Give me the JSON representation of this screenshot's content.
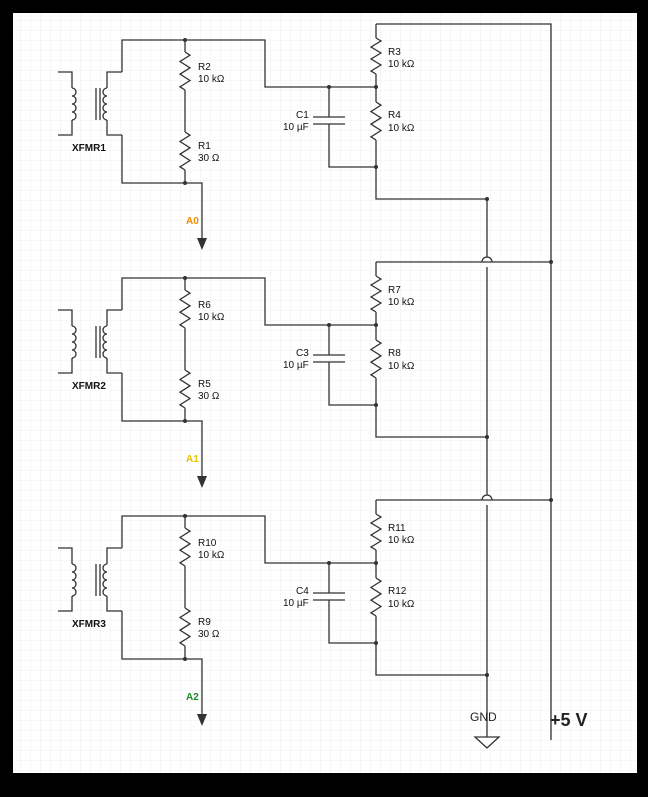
{
  "colors": {
    "wire": "#333333",
    "label": "#111111",
    "a0": "#f08c00",
    "a1": "#e8c400",
    "a2": "#1f8a2a",
    "grid": "#dddddd",
    "background": "#ffffff"
  },
  "stages": [
    {
      "transformer": "XFMR1",
      "r_top": {
        "name": "R2",
        "value": "10 kΩ"
      },
      "r_bottom": {
        "name": "R1",
        "value": "30 Ω"
      },
      "cap": {
        "name": "C1",
        "value": "10 µF"
      },
      "r_divider_top": {
        "name": "R3",
        "value": "10 kΩ"
      },
      "r_divider_bottom": {
        "name": "R4",
        "value": "10 kΩ"
      },
      "output": "A0",
      "output_color": "a0"
    },
    {
      "transformer": "XFMR2",
      "r_top": {
        "name": "R6",
        "value": "10 kΩ"
      },
      "r_bottom": {
        "name": "R5",
        "value": "30 Ω"
      },
      "cap": {
        "name": "C3",
        "value": "10 µF"
      },
      "r_divider_top": {
        "name": "R7",
        "value": "10 kΩ"
      },
      "r_divider_bottom": {
        "name": "R8",
        "value": "10 kΩ"
      },
      "output": "A1",
      "output_color": "a1"
    },
    {
      "transformer": "XFMR3",
      "r_top": {
        "name": "R10",
        "value": "10 kΩ"
      },
      "r_bottom": {
        "name": "R9",
        "value": "30 Ω"
      },
      "cap": {
        "name": "C4",
        "value": "10 µF"
      },
      "r_divider_top": {
        "name": "R11",
        "value": "10 kΩ"
      },
      "r_divider_bottom": {
        "name": "R12",
        "value": "10 kΩ"
      },
      "output": "A2",
      "output_color": "a2"
    }
  ],
  "rails": {
    "ground": "GND",
    "supply": "+5 V"
  }
}
